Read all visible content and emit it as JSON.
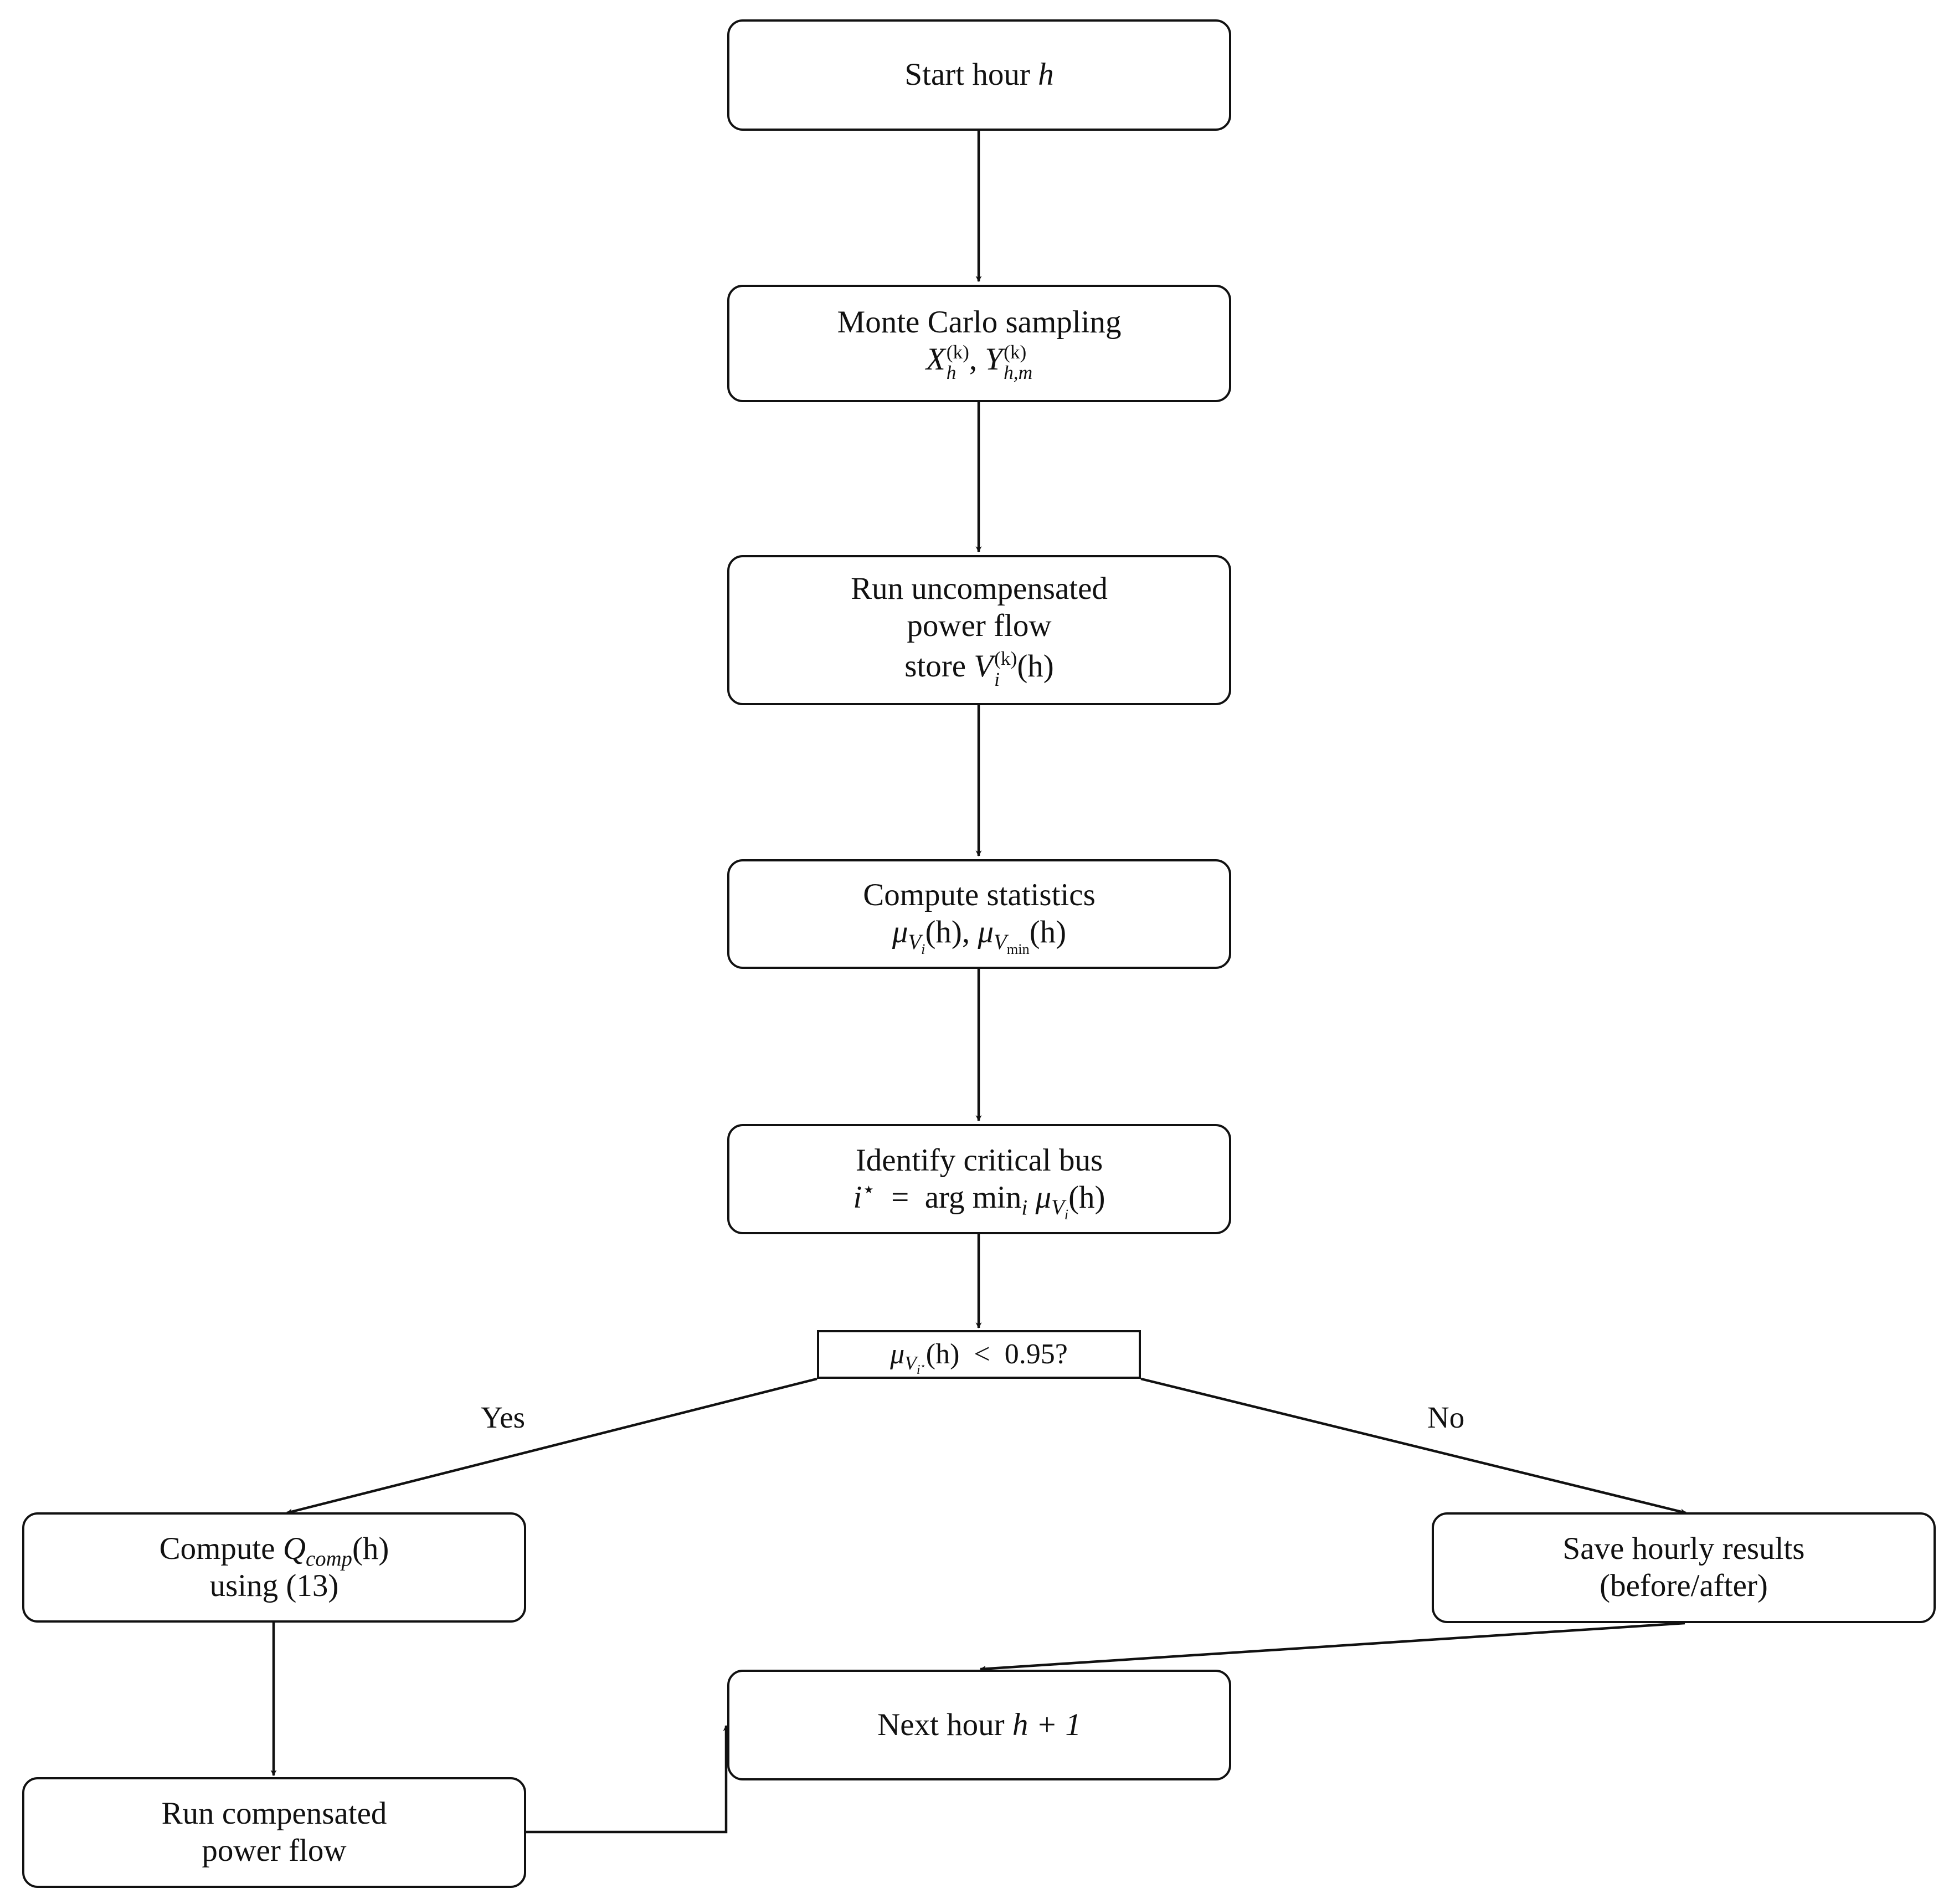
{
  "nodes": {
    "start": {
      "text": "Start hour",
      "var": "h"
    },
    "sampling": {
      "title": "Monte Carlo sampling",
      "x_sym": "X",
      "x_sub": "h",
      "x_sup": "(k)",
      "sep": ",",
      "y_sym": "Y",
      "y_sub": "h,m",
      "y_sup": "(k)"
    },
    "uncomp": {
      "line1": "Run uncompensated",
      "line2": "power flow",
      "store": "store",
      "v_sym": "V",
      "v_sub": "i",
      "v_sup": "(k)",
      "v_arg": "(h)"
    },
    "stats": {
      "title": "Compute statistics",
      "mu": "μ",
      "v": "V",
      "v_sub": "i",
      "arg": "(h),",
      "mu2": "μ",
      "vmin": "V",
      "vmin_sub": "min",
      "arg2": "(h)"
    },
    "critical": {
      "title": "Identify critical bus",
      "lhs": "i",
      "star": "⋆",
      "eq": "=",
      "argmin": "arg min",
      "argmin_sub": "i",
      "mu": "μ",
      "v": "V",
      "v_sub": "i",
      "arg": "(h)"
    },
    "decision": {
      "mu": "μ",
      "v": "V",
      "v_sub": "i",
      "star": "⋆",
      "arg": "(h)",
      "lt": "<",
      "threshold": "0.95?"
    },
    "qcomp": {
      "compute": "Compute",
      "q": "Q",
      "q_sub": "comp",
      "arg": "(h)",
      "line2": "using (13)"
    },
    "comp_pf": {
      "line1": "Run compensated",
      "line2": "power flow"
    },
    "save": {
      "line1": "Save hourly results",
      "line2": "(before/after)"
    },
    "next": {
      "text": "Next hour",
      "expr": "h + 1"
    }
  },
  "edge_labels": {
    "yes": "Yes",
    "no": "No"
  }
}
